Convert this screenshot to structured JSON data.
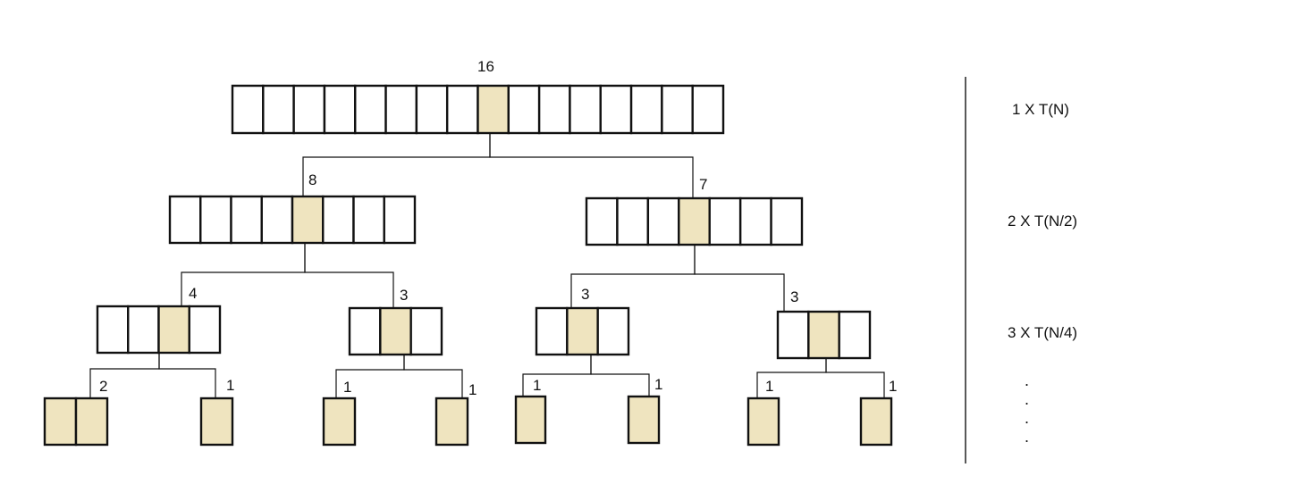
{
  "diagram": {
    "colors": {
      "line": "#111111",
      "cell_fill": "#ffffff",
      "pivot_fill": "#efe4bf"
    },
    "nodes": [
      {
        "id": "n16",
        "label": "16",
        "cells": 16,
        "pivot": 8
      },
      {
        "id": "n8",
        "label": "8",
        "cells": 8,
        "pivot": 4
      },
      {
        "id": "n7",
        "label": "7",
        "cells": 7,
        "pivot": 3
      },
      {
        "id": "n4",
        "label": "4",
        "cells": 4,
        "pivot": 2
      },
      {
        "id": "n3a",
        "label": "3",
        "cells": 3,
        "pivot": 1
      },
      {
        "id": "n3b",
        "label": "3",
        "cells": 3,
        "pivot": 1
      },
      {
        "id": "n3c",
        "label": "3",
        "cells": 3,
        "pivot": 1
      },
      {
        "id": "n2",
        "label": "2",
        "cells": 2,
        "pivot": "all"
      },
      {
        "id": "n1a",
        "label": "1",
        "cells": 1,
        "pivot": "all"
      },
      {
        "id": "n1b",
        "label": "1",
        "cells": 1,
        "pivot": "all"
      },
      {
        "id": "n1c",
        "label": "1",
        "cells": 1,
        "pivot": "all"
      },
      {
        "id": "n1d",
        "label": "1",
        "cells": 1,
        "pivot": "all"
      },
      {
        "id": "n1e",
        "label": "1",
        "cells": 1,
        "pivot": "all"
      },
      {
        "id": "n1f",
        "label": "1",
        "cells": 1,
        "pivot": "all"
      },
      {
        "id": "n1g",
        "label": "1",
        "cells": 1,
        "pivot": "all"
      }
    ],
    "edges": [
      [
        "n16",
        "n8"
      ],
      [
        "n16",
        "n7"
      ],
      [
        "n8",
        "n4"
      ],
      [
        "n8",
        "n3a"
      ],
      [
        "n7",
        "n3b"
      ],
      [
        "n7",
        "n3c"
      ],
      [
        "n4",
        "n2"
      ],
      [
        "n4",
        "n1a"
      ],
      [
        "n3a",
        "n1b"
      ],
      [
        "n3a",
        "n1c"
      ],
      [
        "n3b",
        "n1d"
      ],
      [
        "n3b",
        "n1e"
      ],
      [
        "n3c",
        "n1f"
      ],
      [
        "n3c",
        "n1g"
      ]
    ],
    "level_labels": [
      "1 X T(N)",
      "2 X T(N/2)",
      "3 X T(N/4)"
    ],
    "continuation": [
      ".",
      ".",
      ".",
      "."
    ]
  }
}
